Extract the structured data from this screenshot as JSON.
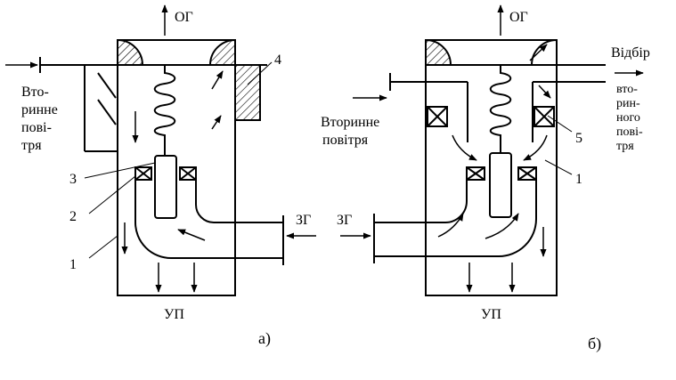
{
  "figure_a": {
    "caption": "а)",
    "exhaust_label": "ОГ",
    "secondary_air_lines": [
      "Вто-",
      "ринне",
      "пові-",
      "тря"
    ],
    "hot_gas_label": "ЗГ",
    "bottom_label": "УП",
    "callouts": [
      "1",
      "2",
      "3",
      "4"
    ]
  },
  "figure_b": {
    "caption": "б)",
    "exhaust_label": "ОГ",
    "secondary_air_lines": [
      "Вторинне",
      "повітря"
    ],
    "takeoff_label": "Відбір",
    "takeoff_lines": [
      "вто-",
      "рин-",
      "ного",
      "пові-",
      "тря"
    ],
    "hot_gas_label": "ЗГ",
    "bottom_label": "УП",
    "callouts": [
      "5",
      "1"
    ]
  }
}
